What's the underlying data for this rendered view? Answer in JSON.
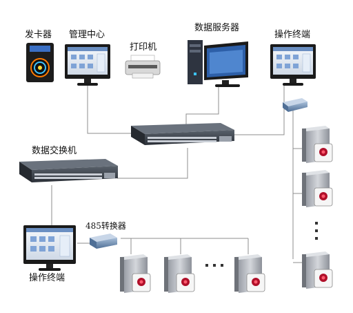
{
  "labels": {
    "card_issuer": "发卡器",
    "management_center": "管理中心",
    "printer": "打印机",
    "data_server": "数据服务器",
    "operation_terminal_top": "操作终端",
    "data_switch": "数据交换机",
    "converter_485": "485转换器",
    "operation_terminal_bottom": "操作终端"
  },
  "colors": {
    "link_line": "#8c8c8c",
    "monitor_frame": "#1a1a1a",
    "screen": "#e8eef6",
    "switch_body": "#3a4048",
    "converter": "#6f8fb4",
    "terminal_body": "#b8bcc4"
  }
}
